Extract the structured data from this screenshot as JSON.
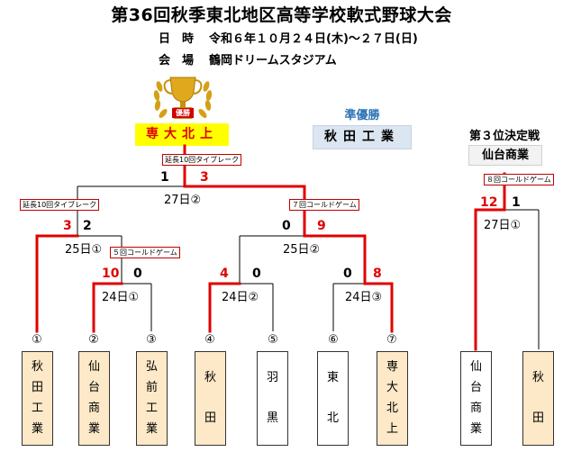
{
  "title": "第36回秋季東北地区高等学校軟式野球大会",
  "schedule": {
    "label": "日　時",
    "value": "令和６年１０月２４日(木)～２７日(日)"
  },
  "venue": {
    "label": "会　場",
    "value": "鶴岡ドリームスタジアム"
  },
  "champion": {
    "badge": "優勝",
    "name": "専大北上"
  },
  "runner_up": {
    "label": "準優勝",
    "name": "秋田工業"
  },
  "third_place": {
    "label": "第３位決定戦",
    "name": "仙台商業"
  },
  "notes": {
    "final": "延長10回タイブレーク",
    "semi_left": "延長10回タイブレーク",
    "semi_right": "７回コールドゲーム",
    "qf_left": "５回コールドゲーム",
    "third": "８回コールドゲーム"
  },
  "scores": {
    "final_left": "1",
    "final_right": "3",
    "semi_left_left": "3",
    "semi_left_right": "2",
    "semi_right_left": "0",
    "semi_right_right": "9",
    "qf_left_left": "10",
    "qf_left_right": "0",
    "qf_mid_left": "4",
    "qf_mid_right": "0",
    "qf_right_left": "0",
    "qf_right_right": "8",
    "third_left": "12",
    "third_right": "1"
  },
  "dates": {
    "final": "27日②",
    "semi_left": "25日①",
    "semi_right": "25日②",
    "qf_left": "24日①",
    "qf_mid": "24日②",
    "qf_right": "24日③",
    "third": "27日①"
  },
  "slots": [
    "①",
    "②",
    "③",
    "④",
    "⑤",
    "⑥",
    "⑦"
  ],
  "teams": [
    {
      "chars": [
        "秋",
        "田",
        "工",
        "業"
      ]
    },
    {
      "chars": [
        "仙",
        "台",
        "商",
        "業"
      ]
    },
    {
      "chars": [
        "弘",
        "前",
        "工",
        "業"
      ]
    },
    {
      "chars": [
        "秋",
        "田"
      ]
    },
    {
      "chars": [
        "羽",
        "黒"
      ]
    },
    {
      "chars": [
        "東",
        "北"
      ]
    },
    {
      "chars": [
        "専",
        "大",
        "北",
        "上"
      ]
    },
    {
      "chars": [
        "仙",
        "台",
        "商",
        "業"
      ]
    },
    {
      "chars": [
        "秋",
        "田"
      ]
    }
  ],
  "colors": {
    "win_line": "#e00000",
    "line": "#000000",
    "champion_bg": "#ffff00",
    "runner_bg": "#dce6f1",
    "team_highlight": "#fde9c8",
    "trophy": "#d4a017"
  }
}
